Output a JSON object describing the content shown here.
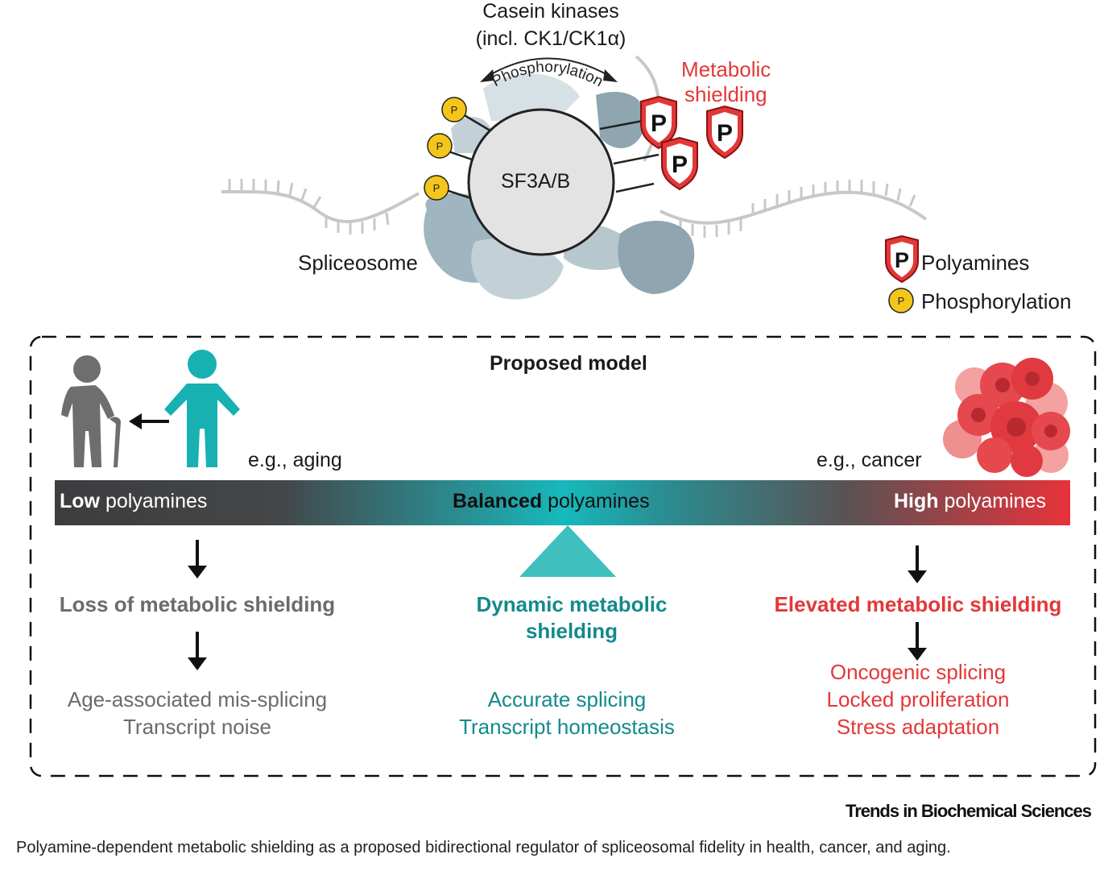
{
  "header": {
    "kinase_line1": "Casein kinases",
    "kinase_line2": "(incl. CK1/CK1α)",
    "phosphorylation_arc": "Phosphorylation",
    "shield_line1": "Metabolic",
    "shield_line2": "shielding",
    "core_label": "SF3A/B",
    "spliceosome_label": "Spliceosome",
    "p_letter": "P"
  },
  "legend": {
    "polyamines": "Polyamines",
    "phosphorylation": "Phosphorylation"
  },
  "model": {
    "title": "Proposed model",
    "left_example": "e.g., aging",
    "right_example": "e.g., cancer",
    "bar": {
      "low_bold": "Low",
      "low_rest": " polyamines",
      "mid_bold": "Balanced",
      "mid_rest": " polyamines",
      "high_bold": "High",
      "high_rest": " polyamines"
    },
    "left": {
      "heading": "Loss of metabolic shielding",
      "line1": "Age-associated mis-splicing",
      "line2": "Transcript noise"
    },
    "middle": {
      "heading_line1": "Dynamic metabolic",
      "heading_line2": "shielding",
      "line1": "Accurate splicing",
      "line2": "Transcript homeostasis"
    },
    "right": {
      "heading": "Elevated metabolic shielding",
      "line1": "Oncogenic splicing",
      "line2": "Locked proliferation",
      "line3": "Stress adaptation"
    }
  },
  "journal": "Trends in Biochemical Sciences",
  "caption": "Polyamine-dependent metabolic shielding as a proposed bidirectional regulator of spliceosomal fidelity in health, cancer, and aging.",
  "colors": {
    "red": "#e23838",
    "teal": "#138a8c",
    "grey": "#6b6b6b",
    "phospho_yellow": "#f5c61a",
    "protein_blue": "#9fb5bf"
  }
}
